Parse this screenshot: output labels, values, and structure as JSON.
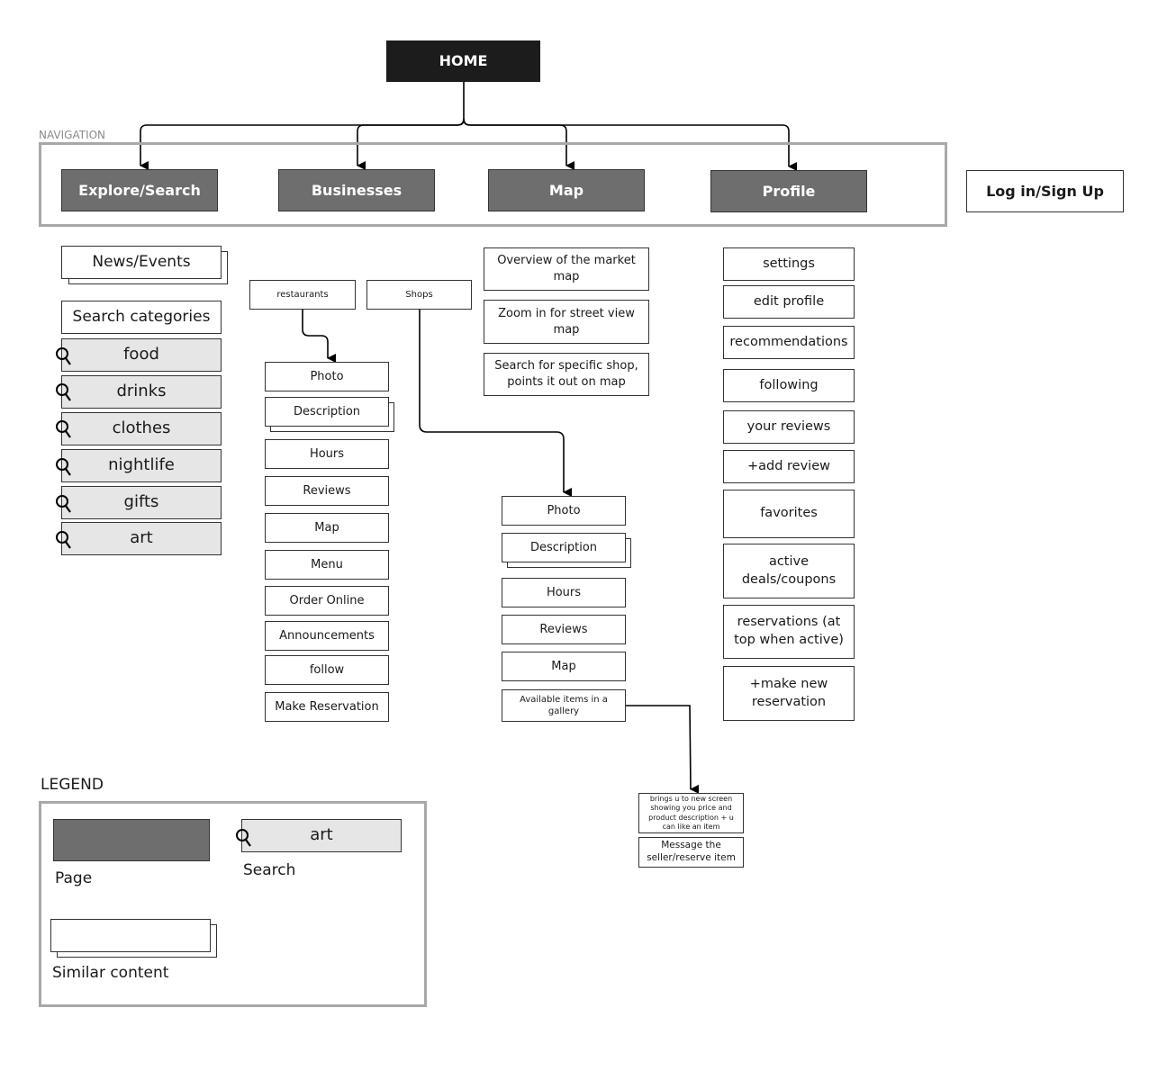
{
  "home": "HOME",
  "navigation_label": "NAVIGATION",
  "nav": {
    "explore": "Explore/Search",
    "businesses": "Businesses",
    "map": "Map",
    "profile": "Profile"
  },
  "login": "Log in/Sign Up",
  "explore": {
    "news": "News/Events",
    "search_categories": "Search categories",
    "categories": [
      "food",
      "drinks",
      "clothes",
      "nightlife",
      "gifts",
      "art"
    ]
  },
  "businesses": {
    "restaurants": "restaurants",
    "shops": "Shops",
    "restaurant_items": [
      "Photo",
      "Description",
      "Hours",
      "Reviews",
      "Map",
      "Menu",
      "Order Online",
      "Announcements",
      "follow",
      "Make Reservation"
    ],
    "shop_items": [
      "Photo",
      "Description",
      "Hours",
      "Reviews",
      "Map",
      "Available items in a gallery"
    ],
    "item_detail": "brings u to new screen showing you  price and product description + u can like an item",
    "message_seller": "Message the seller/reserve item"
  },
  "map": {
    "items": [
      "Overview of the market map",
      "Zoom in for street view map",
      "Search for specific shop, points it out on map"
    ]
  },
  "profile": {
    "items": [
      "settings",
      "edit profile",
      "recommendations",
      "following",
      "your reviews",
      "+add review",
      "favorites",
      "active deals/coupons",
      "reservations (at top when active)",
      "+make new reservation"
    ]
  },
  "legend": {
    "title": "LEGEND",
    "page": "Page",
    "search": "Search",
    "search_sample": "art",
    "similar": "Similar content"
  },
  "colors": {
    "page": "#6e6e6e",
    "home": "#1c1c1c",
    "search": "#e6e6e6",
    "nav_border": "#a8a8a8"
  }
}
